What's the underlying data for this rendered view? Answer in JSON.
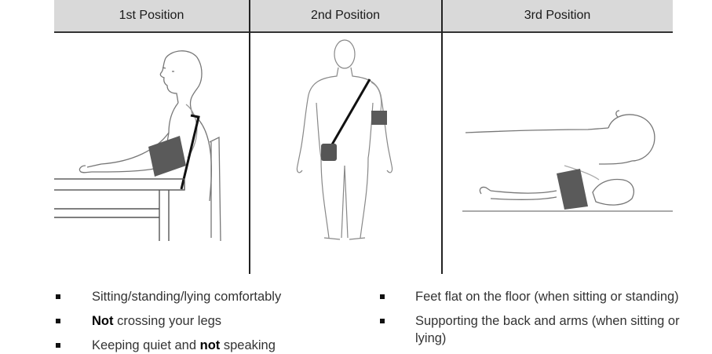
{
  "table": {
    "headers": [
      "1st Position",
      "2nd Position",
      "3rd Position"
    ]
  },
  "bullets_left": [
    {
      "pre": "Sitting/standing/lying comfortably",
      "bold": "",
      "post": "",
      "bold2": ""
    },
    {
      "pre": "",
      "bold": "Not",
      "post": " crossing your legs",
      "bold2": ""
    },
    {
      "pre": "Keeping quiet and ",
      "bold": "not",
      "post": " speaking",
      "bold2": ""
    }
  ],
  "bullets_right": [
    {
      "text": "Feet flat on the floor (when sitting or standing)"
    },
    {
      "text": "Supporting the back and arms (when sitting or"
    },
    {
      "text": "lying)"
    }
  ],
  "colors": {
    "header_bg": "#d9d9d9",
    "cuff": "#5a5a5a"
  }
}
